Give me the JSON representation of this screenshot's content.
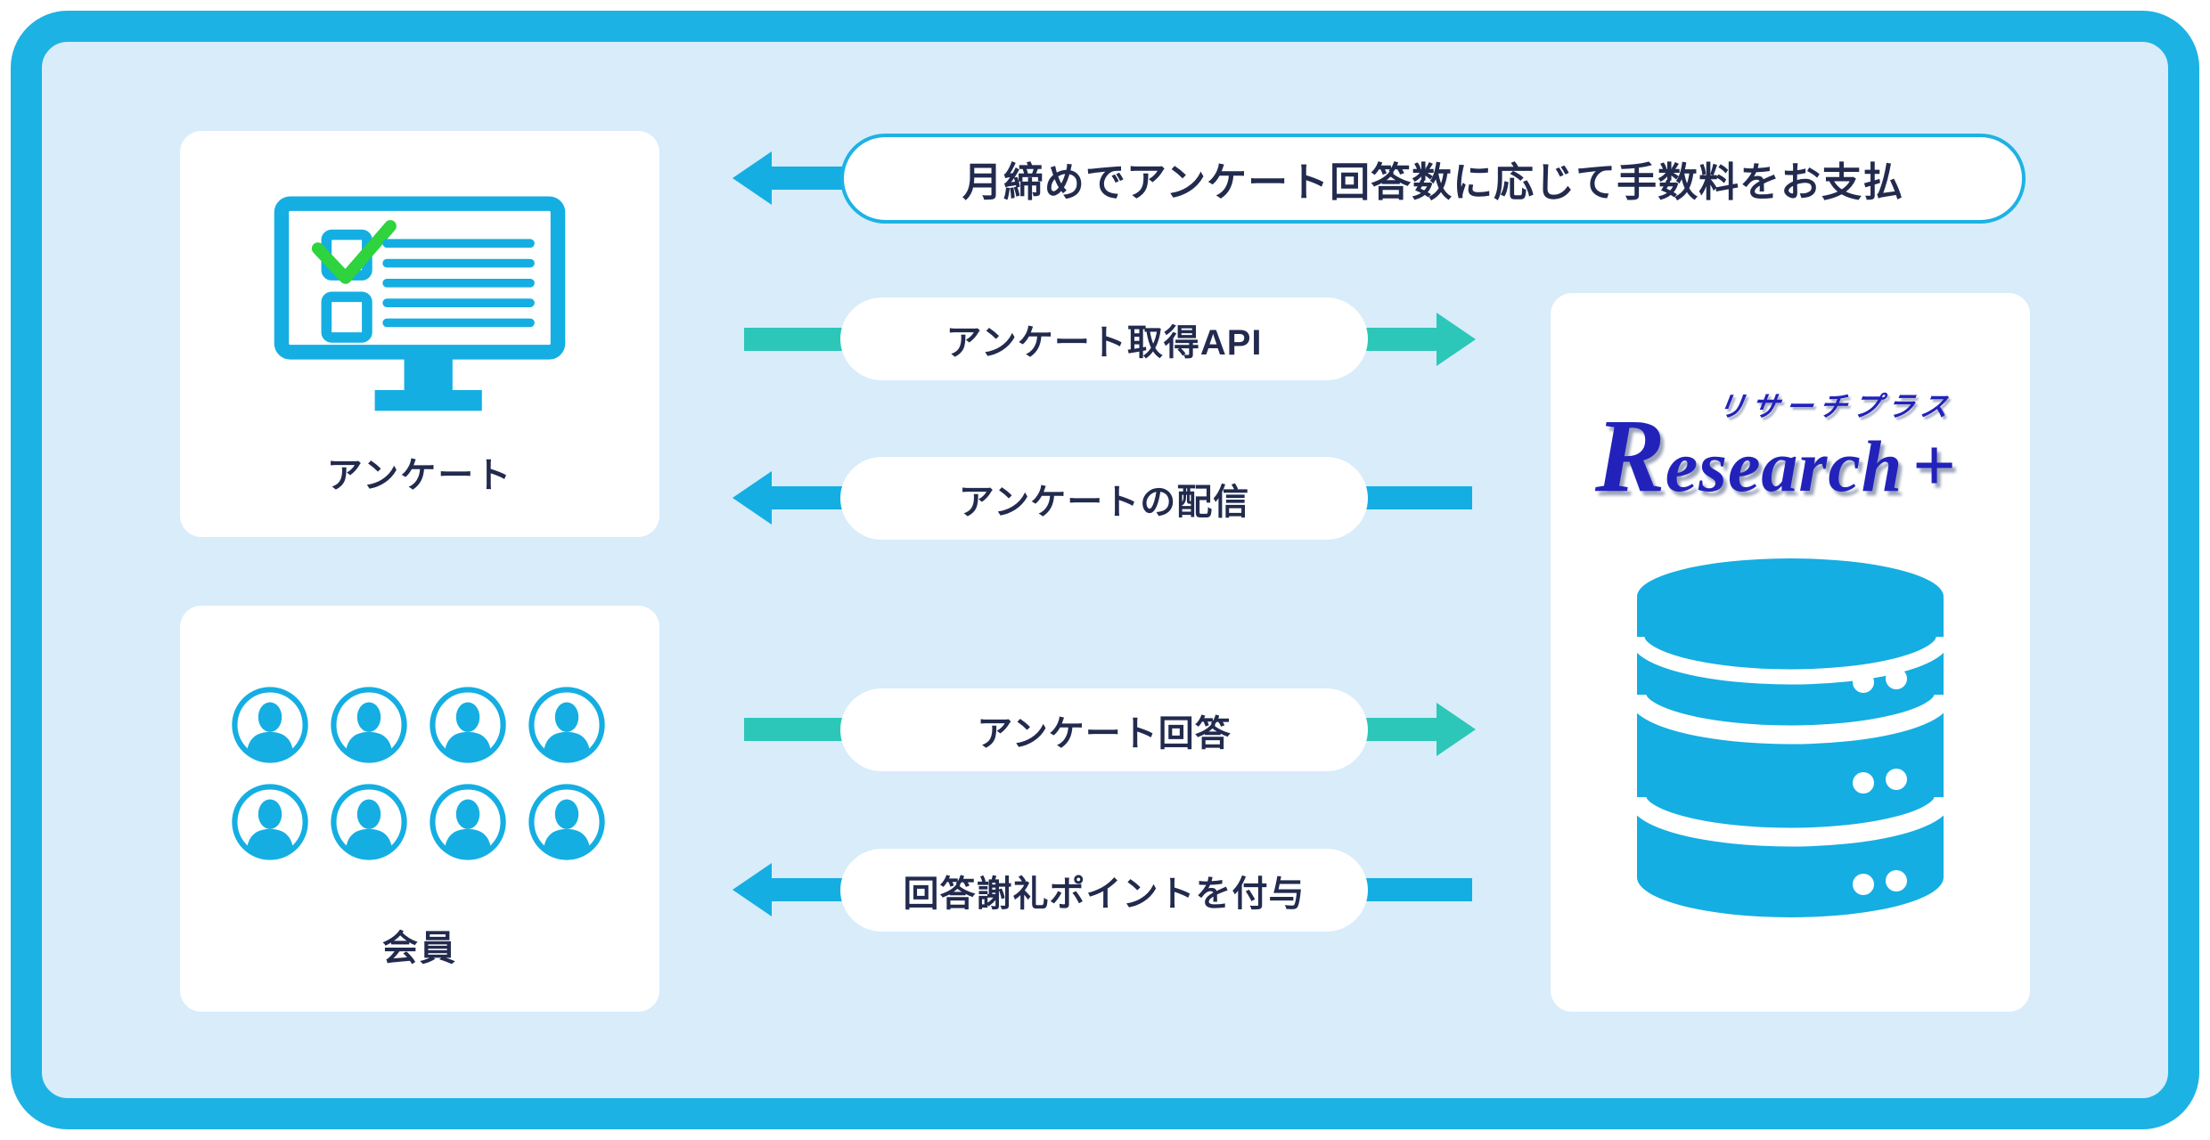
{
  "colors": {
    "frame-border": "#1db2e4",
    "panel-bg": "#d8ecfa",
    "card-bg": "#ffffff",
    "cyan": "#14aee2",
    "teal": "#2cc7b8",
    "ink": "#222b4e",
    "green": "#2ed33e",
    "logo-blue": "#2222bb"
  },
  "cards": {
    "survey": {
      "label": "アンケート"
    },
    "members": {
      "label": "会員",
      "avatar_count": 8
    },
    "service": {
      "logo_initial": "R",
      "logo_rest": "esearch",
      "logo_plus": "+",
      "logo_ruby": "リサーチプラス"
    }
  },
  "flows": [
    {
      "label": "月締めでアンケート回答数に応じて手数料をお支払",
      "direction": "left",
      "style": "outlined"
    },
    {
      "label": "アンケート取得API",
      "direction": "right",
      "style": "plain"
    },
    {
      "label": "アンケートの配信",
      "direction": "left",
      "style": "plain"
    },
    {
      "label": "アンケート回答",
      "direction": "right",
      "style": "plain"
    },
    {
      "label": "回答謝礼ポイントを付与",
      "direction": "left",
      "style": "plain"
    }
  ]
}
